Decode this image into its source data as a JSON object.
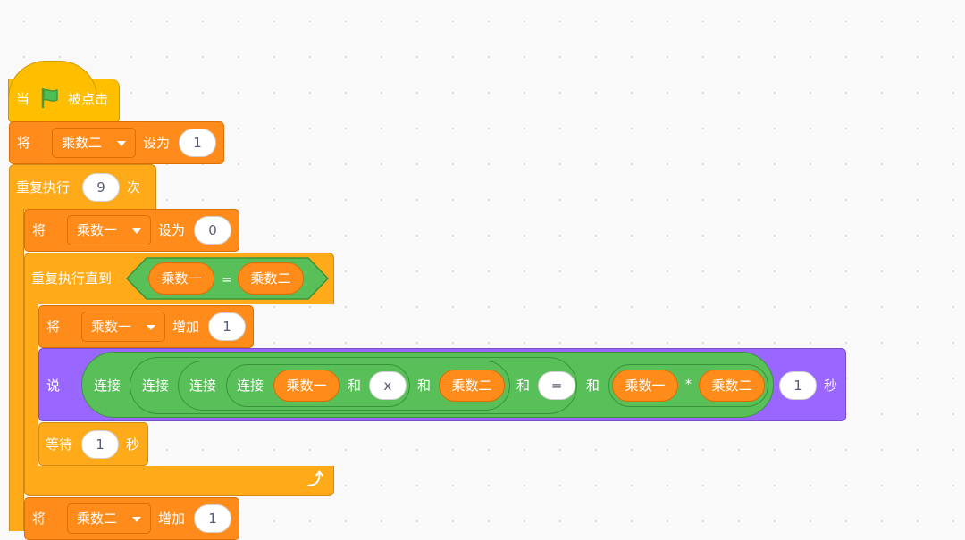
{
  "events": {
    "when_label": "当",
    "clicked_label": "被点击"
  },
  "set1": {
    "set_label": "将",
    "var": "乘数二",
    "to_label": "设为",
    "value": "1"
  },
  "repeat": {
    "label": "重复执行",
    "count": "9",
    "times_label": "次"
  },
  "set2": {
    "set_label": "将",
    "var": "乘数一",
    "to_label": "设为",
    "value": "0"
  },
  "repeat_until": {
    "label": "重复执行直到",
    "left_var": "乘数一",
    "op": "=",
    "right_var": "乘数二"
  },
  "change1": {
    "change_label": "将",
    "var": "乘数一",
    "by_label": "增加",
    "value": "1"
  },
  "say": {
    "say_label": "说",
    "join_label": "连接",
    "and_label": "和",
    "var_a": "乘数一",
    "x_text": "x",
    "var_b": "乘数二",
    "eq_text": "=",
    "mul_op": "*",
    "var_c": "乘数一",
    "var_d": "乘数二",
    "secs": "1",
    "secs_label": "秒"
  },
  "wait": {
    "label": "等待",
    "value": "1",
    "secs_label": "秒"
  },
  "loop_arrow": "⤴",
  "change2": {
    "change_label": "将",
    "var": "乘数二",
    "by_label": "增加",
    "value": "1"
  },
  "colors": {
    "events": "#ffbf00",
    "variables": "#ff8c1a",
    "control": "#ffab19",
    "looks": "#9966ff",
    "operators": "#59c059"
  }
}
